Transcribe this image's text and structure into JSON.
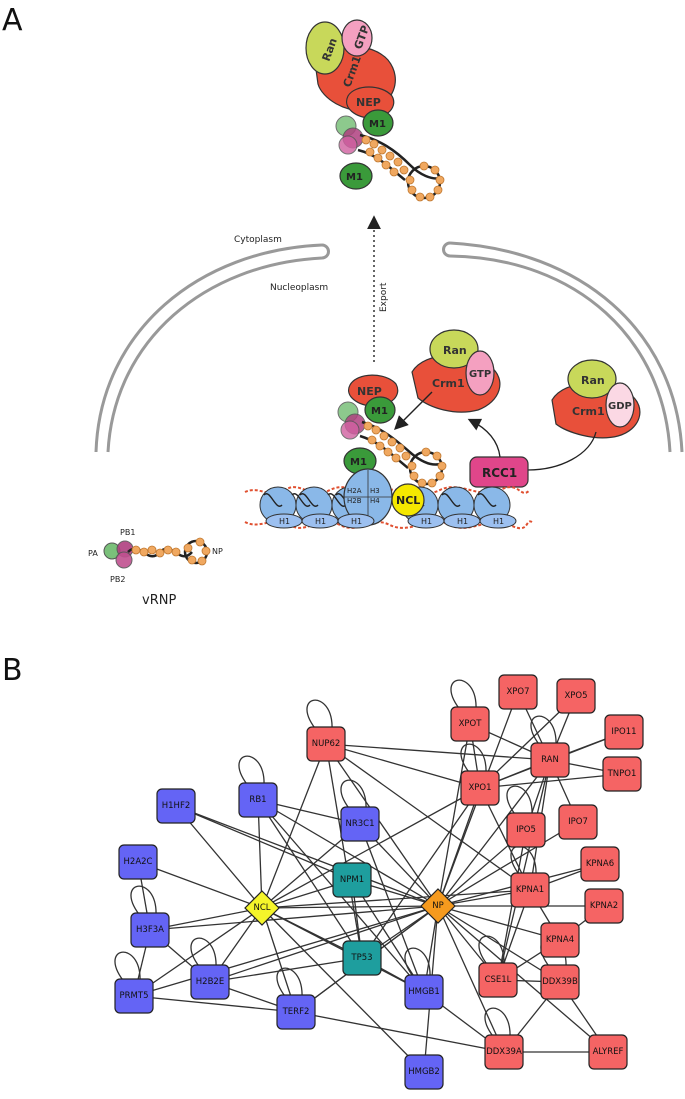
{
  "panel_a": {
    "label": "A",
    "cytoplasm": "Cytoplasm",
    "nucleoplasm": "Nucleoplasm",
    "export": "Export",
    "ran": "Ran",
    "gtp": "GTP",
    "gdp": "GDP",
    "crm1": "Crm1",
    "nep": "NEP",
    "m1": "M1",
    "rcc1": "RCC1",
    "ncl": "NCL",
    "h1": "H1",
    "h2a": "H2A",
    "h2b": "H2B",
    "h3": "H3",
    "h4": "H4",
    "pb1": "PB1",
    "pb2": "PB2",
    "pa": "PA",
    "np": "NP",
    "vrnp": "vRNP"
  },
  "panel_b": {
    "label": "B",
    "colors": {
      "blue": "#6464f5",
      "red": "#f56464",
      "teal": "#1e9e9e",
      "yellow": "#f5f52a",
      "orange": "#f59a1e"
    },
    "nodes": [
      {
        "id": "XPO7",
        "group": "red"
      },
      {
        "id": "XPO5",
        "group": "red"
      },
      {
        "id": "XPOT",
        "group": "red"
      },
      {
        "id": "IPO11",
        "group": "red"
      },
      {
        "id": "RAN",
        "group": "red"
      },
      {
        "id": "TNPO1",
        "group": "red"
      },
      {
        "id": "NUP62",
        "group": "red"
      },
      {
        "id": "XPO1",
        "group": "red"
      },
      {
        "id": "IPO5",
        "group": "red"
      },
      {
        "id": "IPO7",
        "group": "red"
      },
      {
        "id": "KPNA6",
        "group": "red"
      },
      {
        "id": "KPNA1",
        "group": "red"
      },
      {
        "id": "KPNA2",
        "group": "red"
      },
      {
        "id": "KPNA4",
        "group": "red"
      },
      {
        "id": "CSE1L",
        "group": "red"
      },
      {
        "id": "DDX39B",
        "group": "red"
      },
      {
        "id": "DDX39A",
        "group": "red"
      },
      {
        "id": "ALYREF",
        "group": "red"
      },
      {
        "id": "H1HF2",
        "group": "blue"
      },
      {
        "id": "RB1",
        "group": "blue"
      },
      {
        "id": "NR3C1",
        "group": "blue"
      },
      {
        "id": "H2A2C",
        "group": "blue"
      },
      {
        "id": "H3F3A",
        "group": "blue"
      },
      {
        "id": "PRMT5",
        "group": "blue"
      },
      {
        "id": "H2B2E",
        "group": "blue"
      },
      {
        "id": "TERF2",
        "group": "blue"
      },
      {
        "id": "HMGB1",
        "group": "blue"
      },
      {
        "id": "HMGB2",
        "group": "blue"
      },
      {
        "id": "NPM1",
        "group": "teal"
      },
      {
        "id": "TP53",
        "group": "teal"
      },
      {
        "id": "NCL",
        "group": "yellow"
      },
      {
        "id": "NP",
        "group": "orange"
      }
    ]
  }
}
